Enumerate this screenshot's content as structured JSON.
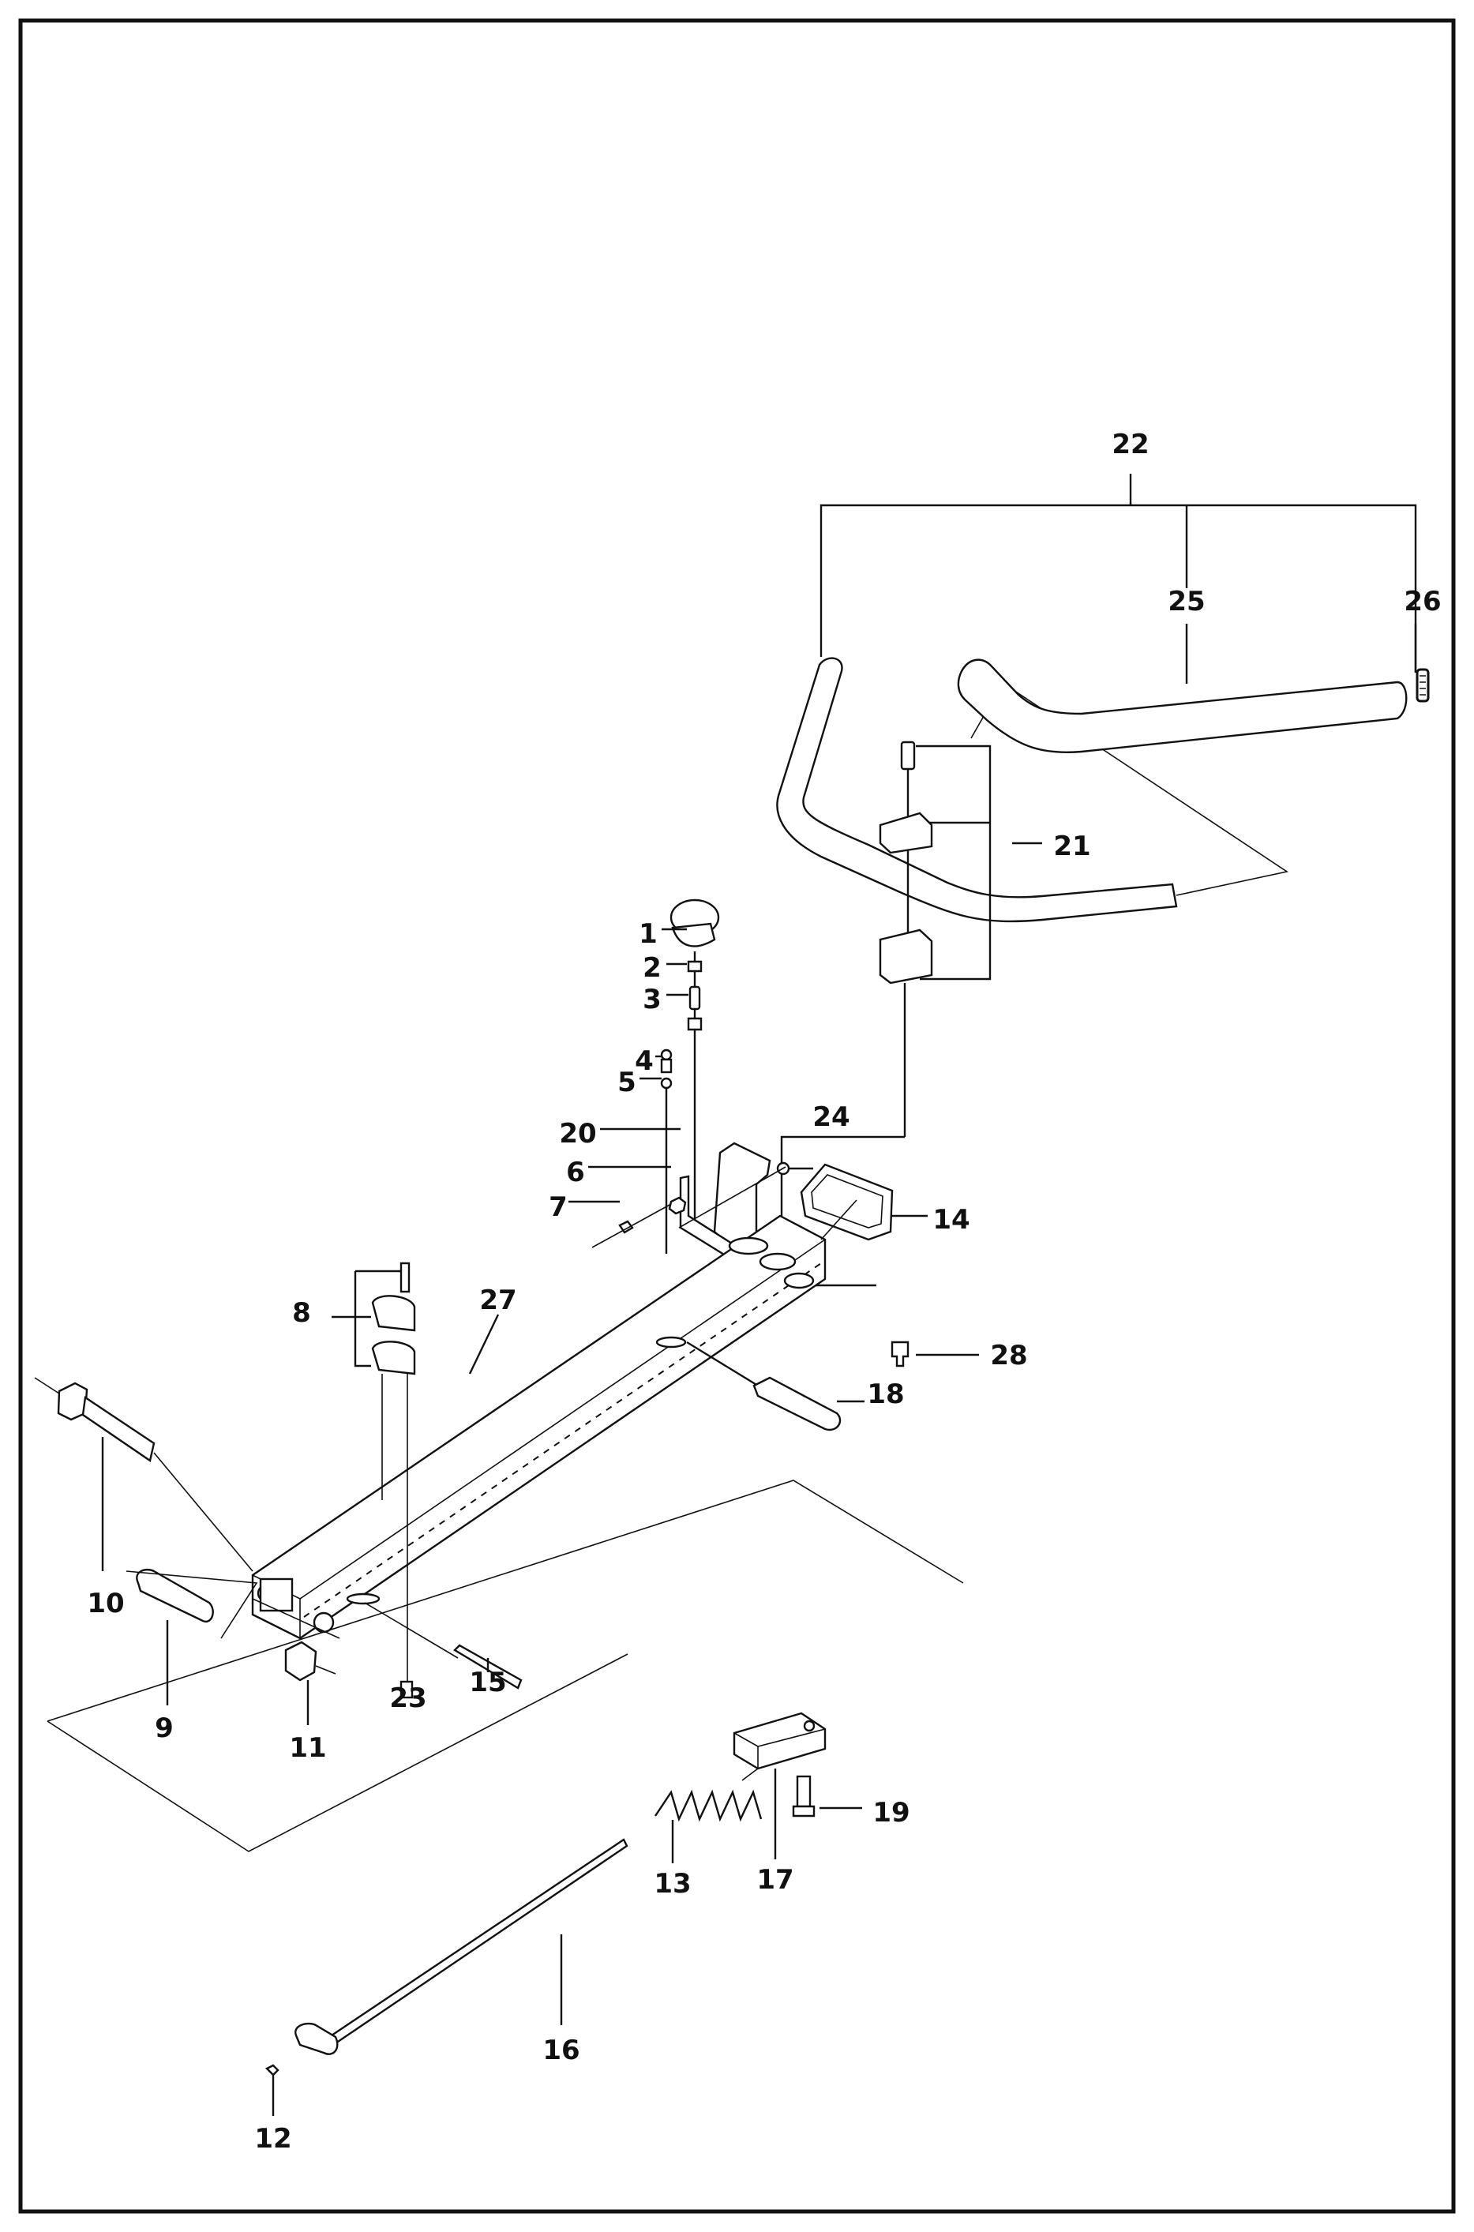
{
  "diagram": {
    "type": "exploded-parts-diagram",
    "border_color": "#111111",
    "callouts": [
      {
        "id": "1",
        "label": "1"
      },
      {
        "id": "2",
        "label": "2"
      },
      {
        "id": "3",
        "label": "3"
      },
      {
        "id": "4",
        "label": "4"
      },
      {
        "id": "5",
        "label": "5"
      },
      {
        "id": "6",
        "label": "6"
      },
      {
        "id": "7",
        "label": "7"
      },
      {
        "id": "8",
        "label": "8"
      },
      {
        "id": "9",
        "label": "9"
      },
      {
        "id": "10",
        "label": "10"
      },
      {
        "id": "11",
        "label": "11"
      },
      {
        "id": "12",
        "label": "12"
      },
      {
        "id": "13",
        "label": "13"
      },
      {
        "id": "14",
        "label": "14"
      },
      {
        "id": "15",
        "label": "15"
      },
      {
        "id": "16",
        "label": "16"
      },
      {
        "id": "17",
        "label": "17"
      },
      {
        "id": "18",
        "label": "18"
      },
      {
        "id": "19",
        "label": "19"
      },
      {
        "id": "20",
        "label": "20"
      },
      {
        "id": "21",
        "label": "21"
      },
      {
        "id": "22",
        "label": "22"
      },
      {
        "id": "23",
        "label": "23"
      },
      {
        "id": "24",
        "label": "24"
      },
      {
        "id": "25",
        "label": "25"
      },
      {
        "id": "26",
        "label": "26"
      },
      {
        "id": "27",
        "label": "27"
      },
      {
        "id": "28",
        "label": "28"
      }
    ],
    "parts": {
      "handlebar": "handlebar-tube",
      "grip": "handle-grip",
      "frame": "square-frame-tube",
      "rod": "long-rod"
    }
  }
}
